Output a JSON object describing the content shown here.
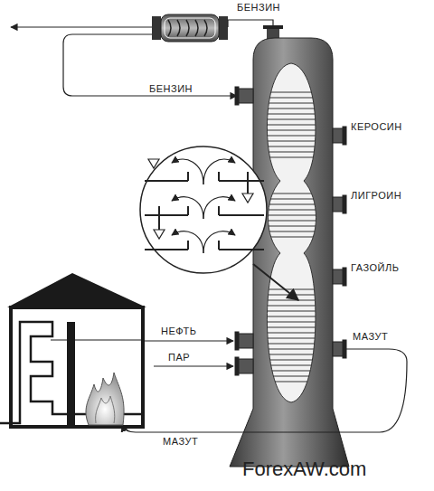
{
  "diagram": {
    "labels": [
      "БЕНЗИН",
      "БЕНЗИН",
      "КЕРОСИН",
      "ЛИГРОИН",
      "ГАЗОЙЛЬ",
      "НЕФТЬ",
      "МАЗУТ",
      "ПАР",
      "МАЗУТ",
      "ForexAW.com"
    ]
  }
}
